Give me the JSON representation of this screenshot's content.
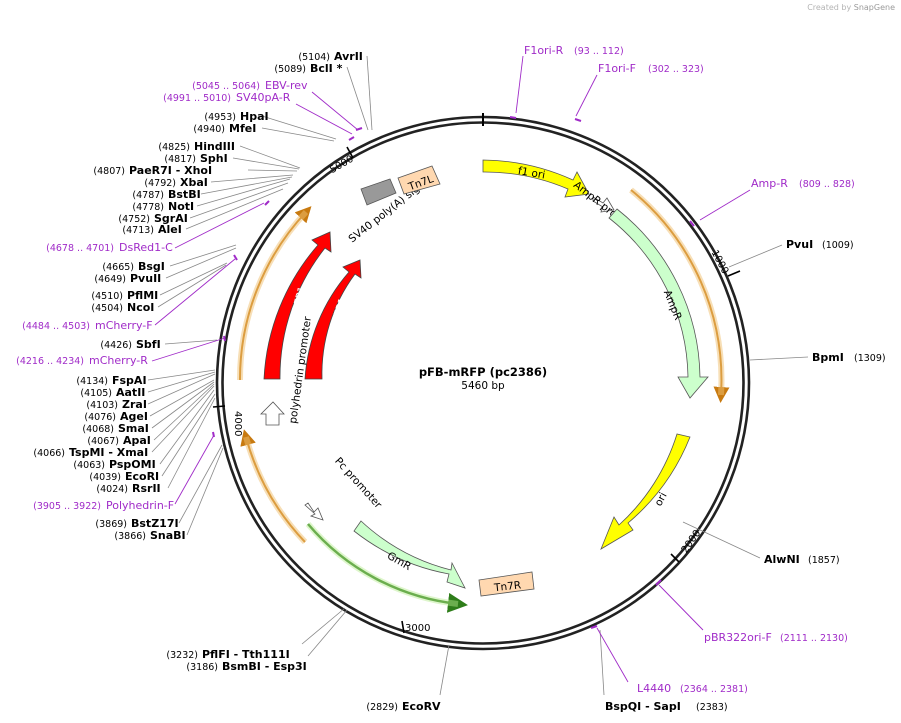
{
  "credit": {
    "prefix": "Created by",
    "brand": "SnapGene"
  },
  "plasmid": {
    "name": "pFB-mRFP (pc2386)",
    "length": "5460 bp"
  },
  "ticks": [
    "1000",
    "2000",
    "3000",
    "4000",
    "5000"
  ],
  "sites_left": [
    {
      "pos": "(5104)",
      "name": "AvrII"
    },
    {
      "pos": "(5089)",
      "name": "BclI *"
    },
    {
      "pos": "(4953)",
      "name": "HpaI"
    },
    {
      "pos": "(4940)",
      "name": "MfeI"
    },
    {
      "pos": "(4825)",
      "name": "HindIII"
    },
    {
      "pos": "(4817)",
      "name": "SphI"
    },
    {
      "pos": "(4807)",
      "name": "PaeR7I  - XhoI"
    },
    {
      "pos": "(4792)",
      "name": "XbaI"
    },
    {
      "pos": "(4787)",
      "name": "BstBI"
    },
    {
      "pos": "(4778)",
      "name": "NotI"
    },
    {
      "pos": "(4752)",
      "name": "SgrAI"
    },
    {
      "pos": "(4713)",
      "name": "AleI"
    },
    {
      "pos": "(4665)",
      "name": "BsgI"
    },
    {
      "pos": "(4649)",
      "name": "PvuII"
    },
    {
      "pos": "(4510)",
      "name": "PflMI"
    },
    {
      "pos": "(4504)",
      "name": "NcoI"
    },
    {
      "pos": "(4426)",
      "name": "SbfI"
    },
    {
      "pos": "(4134)",
      "name": "FspAI"
    },
    {
      "pos": "(4105)",
      "name": "AatII"
    },
    {
      "pos": "(4103)",
      "name": "ZraI"
    },
    {
      "pos": "(4076)",
      "name": "AgeI"
    },
    {
      "pos": "(4068)",
      "name": "SmaI"
    },
    {
      "pos": "(4067)",
      "name": "ApaI"
    },
    {
      "pos": "(4066)",
      "name": "TspMI  - XmaI"
    },
    {
      "pos": "(4063)",
      "name": "PspOMI"
    },
    {
      "pos": "(4039)",
      "name": "EcoRI"
    },
    {
      "pos": "(4024)",
      "name": "RsrII"
    },
    {
      "pos": "(3869)",
      "name": "BstZ17I"
    },
    {
      "pos": "(3866)",
      "name": "SnaBI"
    },
    {
      "pos": "(3232)",
      "name": "PflFI  - Tth111I"
    },
    {
      "pos": "(3186)",
      "name": "BsmBI  - Esp3I"
    },
    {
      "pos": "(2829)",
      "name": "EcoRV"
    }
  ],
  "sites_right": [
    {
      "name": "PvuI",
      "pos": "(1009)"
    },
    {
      "name": "BpmI",
      "pos": "(1309)"
    },
    {
      "name": "AlwNI",
      "pos": "(1857)"
    },
    {
      "name": "BspQI  - SapI",
      "pos": "(2383)"
    }
  ],
  "primers": [
    {
      "name": "F1ori-R",
      "range": "(93 .. 112)"
    },
    {
      "name": "F1ori-F",
      "range": "(302 .. 323)"
    },
    {
      "name": "Amp-R",
      "range": "(809 .. 828)"
    },
    {
      "name": "pBR322ori-F",
      "range": "(2111 .. 2130)"
    },
    {
      "name": "L4440",
      "range": "(2364 .. 2381)"
    },
    {
      "name": "EBV-rev",
      "range": "(5045 .. 5064)"
    },
    {
      "name": "SV40pA-R",
      "range": "(4991 .. 5010)"
    },
    {
      "name": "DsRed1-C",
      "range": "(4678 .. 4701)"
    },
    {
      "name": "mCherry-F",
      "range": "(4484 .. 4503)"
    },
    {
      "name": "mCherry-R",
      "range": "(4216 .. 4234)"
    },
    {
      "name": "Polyhedrin-F",
      "range": "(3905 .. 3922)"
    }
  ],
  "features": {
    "f1ori": "f1 ori",
    "amp_promoter": "AmpR promoter",
    "ampr": "AmpR",
    "ori": "ori",
    "tn7r": "Tn7R",
    "gmr": "GmR",
    "pc_promoter": "Pc promoter",
    "polyhedrin_promoter": "polyhedrin promoter",
    "mrfp1_outer": "mRFP1",
    "mrfp1_inner": "mRFP1",
    "sv40": "SV40 poly(A) signal",
    "tn7l": "Tn7L"
  },
  "colors": {
    "backbone": "#222222",
    "primer": "#a02bc8",
    "f1ori": "#ffff00",
    "ampr": "#ccffcc",
    "ori": "#ffff00",
    "mrfp": "#ff0000",
    "tn7": "#ffd8b0",
    "sv40": "#999999",
    "orange_line": "#e8a020"
  }
}
